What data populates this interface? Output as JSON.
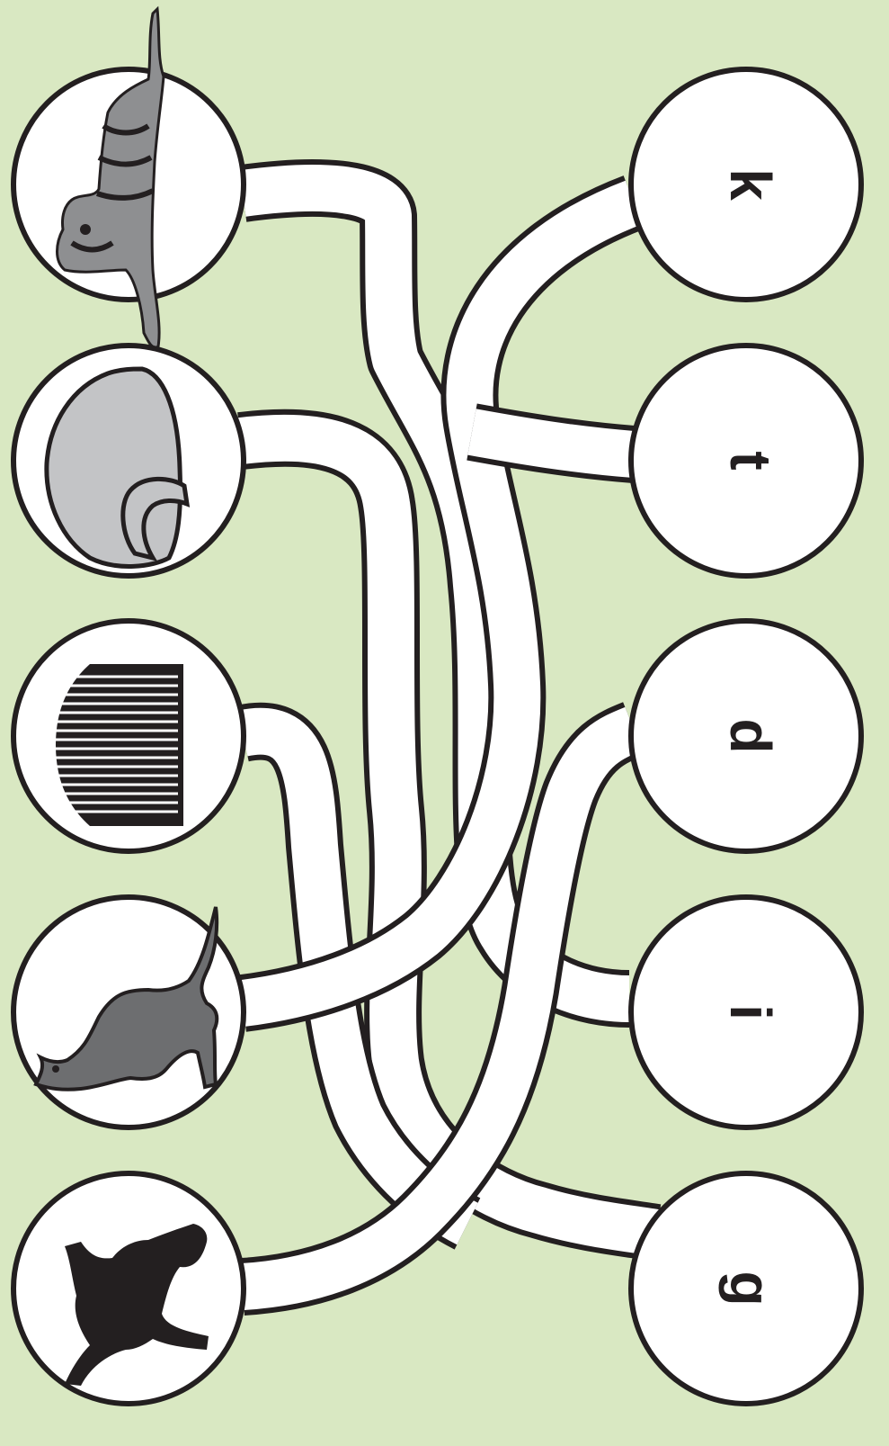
{
  "background_color": "#d9e8c2",
  "outline_color": "#231f20",
  "left_items": [
    {
      "icon": "cat-icon"
    },
    {
      "icon": "cap-icon"
    },
    {
      "icon": "comb-icon"
    },
    {
      "icon": "kangaroo-icon"
    },
    {
      "icon": "dog-icon"
    }
  ],
  "right_items": [
    {
      "letter": "k"
    },
    {
      "letter": "t"
    },
    {
      "letter": "d"
    },
    {
      "letter": "i"
    },
    {
      "letter": "g"
    }
  ]
}
